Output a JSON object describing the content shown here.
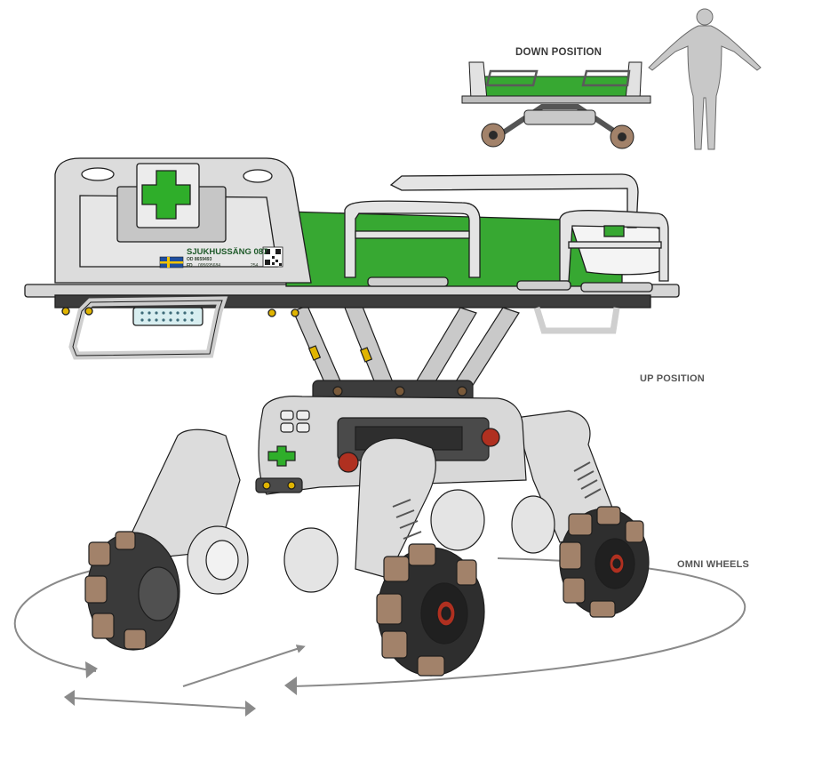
{
  "labels": {
    "down_position": "DOWN POSITION",
    "up_position": "UP POSITION",
    "omni_wheels": "OMNI WHEELS"
  },
  "nameplate": {
    "title": "SJUKHUSSÄNG 087",
    "od_line": "OD  8659493",
    "fd_prefix": "FD",
    "fd_serial": "095695684",
    "fd_number": "254"
  },
  "colors": {
    "mattress_green": "#37a832",
    "cross_green": "#2fae2a",
    "body_grey": "#dcdcdc",
    "dark_grey": "#3c3c3c",
    "tire_brown": "#a2826a",
    "outline": "#1e1e1e",
    "accent_yellow": "#e0b400",
    "flag_blue": "#1f4fa0",
    "flag_yellow": "#f2c400",
    "arrow_grey": "#8a8a8a",
    "human_grey": "#c4c4c4"
  }
}
